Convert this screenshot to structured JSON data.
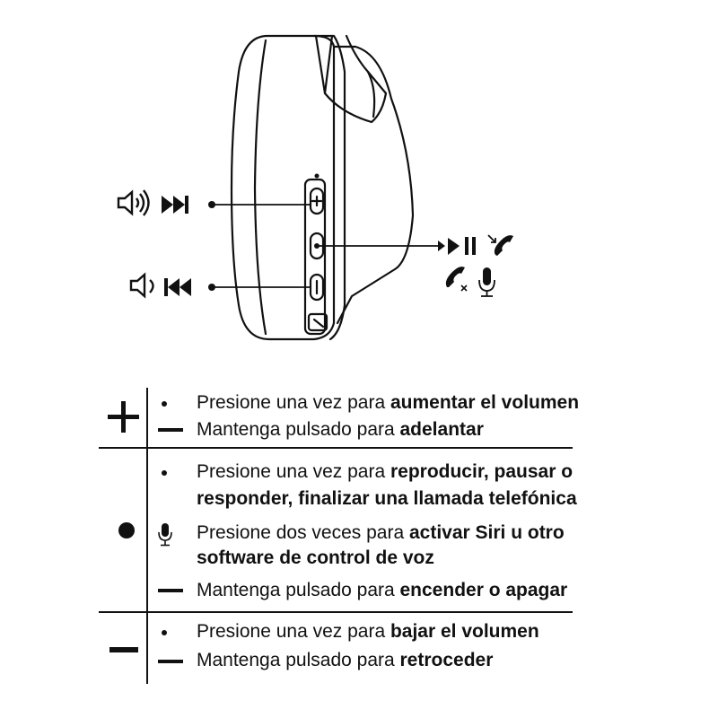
{
  "rows": {
    "plus": {
      "symbol": "+",
      "press": {
        "pre": "Presione una vez para ",
        "bold": "aumentar el volumen"
      },
      "hold": {
        "pre": "Mantenga pulsado para ",
        "bold": "adelantar"
      }
    },
    "center": {
      "symbol": "●",
      "press_line1": {
        "pre": "Presione una vez para ",
        "bold": "reproducir, pausar o"
      },
      "press_line2": {
        "bold": "responder, finalizar una llamada telefónica"
      },
      "double_line1": {
        "pre": "Presione dos veces para ",
        "bold": "activar Siri u otro"
      },
      "double_line2": {
        "bold": "software de control de voz"
      },
      "hold": {
        "pre": "Mantenga pulsado para ",
        "bold": "encender o apagar"
      }
    },
    "minus": {
      "symbol": "−",
      "press": {
        "pre": "Presione una vez para ",
        "bold": "bajar el volumen"
      },
      "hold": {
        "pre": "Mantenga pulsado para ",
        "bold": "retroceder"
      }
    }
  },
  "icons": {
    "plus_button_callout": [
      "volume-up-icon",
      "skip-forward-icon"
    ],
    "minus_button_callout": [
      "volume-down-icon",
      "skip-back-icon"
    ],
    "center_button_callout": [
      "play-pause-icon",
      "answer-call-icon",
      "end-call-icon",
      "microphone-icon"
    ],
    "table_center_row": "microphone-icon"
  },
  "colors": {
    "ink": "#111111",
    "background": "#ffffff"
  }
}
